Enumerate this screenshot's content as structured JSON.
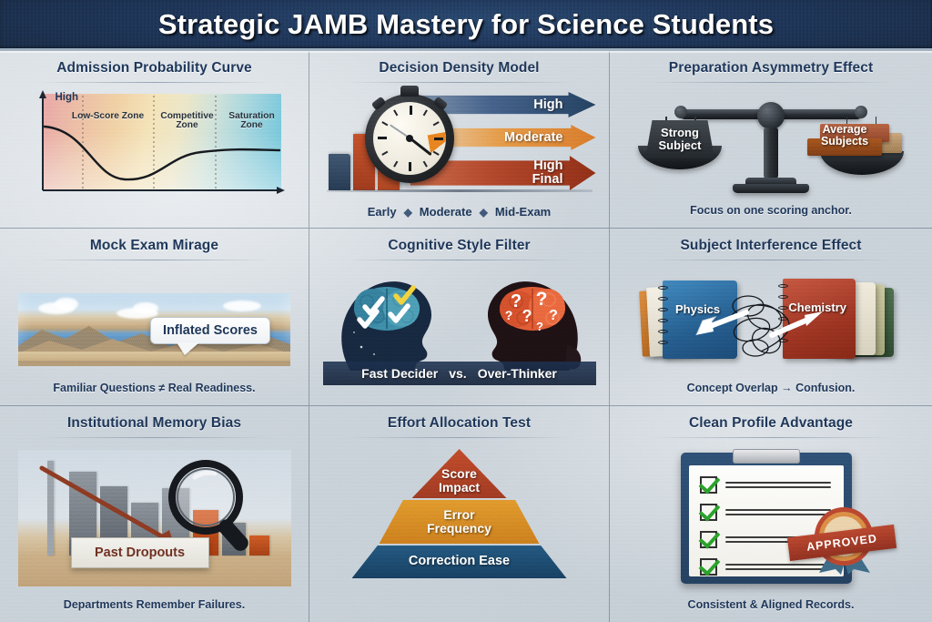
{
  "header": {
    "title": "Strategic JAMB Mastery for Science Students"
  },
  "panels": [
    {
      "title": "Admission Probability Curve",
      "axis_high": "High",
      "zones": [
        "Low-Score Zone",
        "Competitive Zone",
        "Saturation Zone"
      ],
      "caption": ""
    },
    {
      "title": "Decision Density Model",
      "arrows": [
        "High",
        "Moderate",
        "High Final"
      ],
      "stages": [
        "Early",
        "Moderate",
        "Mid-Exam"
      ],
      "stage_sep": "◆",
      "caption": ""
    },
    {
      "title": "Preparation Asymmetry Effect",
      "left_plate": "Strong Subject",
      "right_plate": "Average Subjects",
      "caption": "Focus on one scoring anchor."
    },
    {
      "title": "Mock Exam Mirage",
      "bubble": "Inflated Scores",
      "caption": "Familiar Questions ≠ Real Readiness."
    },
    {
      "title": "Cognitive Style Filter",
      "left_label": "Fast Decider",
      "vs": "vs.",
      "right_label": "Over-Thinker",
      "caption": ""
    },
    {
      "title": "Subject Interference Effect",
      "book_left": "Physics",
      "book_right": "Chemistry",
      "caption": "Concept Overlap → Confusion."
    },
    {
      "title": "Institutional Memory Bias",
      "sign": "Past Dropouts",
      "caption": "Departments Remember Failures."
    },
    {
      "title": "Effort Allocation Test",
      "tiers": [
        "Score Impact",
        "Error Frequency",
        "Correction Ease"
      ],
      "caption": ""
    },
    {
      "title": "Clean Profile Advantage",
      "badge": "APPROVED",
      "caption": "Consistent & Aligned Records."
    }
  ],
  "colors": {
    "header_navy": "#1d3457",
    "title_navy": "#1d3557",
    "arrow_high": "#2d4767",
    "arrow_moderate": "#e08a2e",
    "arrow_final": "#a83a22",
    "pyramid_top": "#b8432a",
    "pyramid_mid": "#d99128",
    "pyramid_base": "#1d4a70",
    "brain_fast": "#3d8ca8",
    "brain_over": "#e05b35",
    "check_green": "#2aa02a",
    "badge_red": "#b9462f",
    "book_physics": "#2f6ea6",
    "book_chemistry": "#b4402c",
    "curve_line": "#1b1f24"
  }
}
